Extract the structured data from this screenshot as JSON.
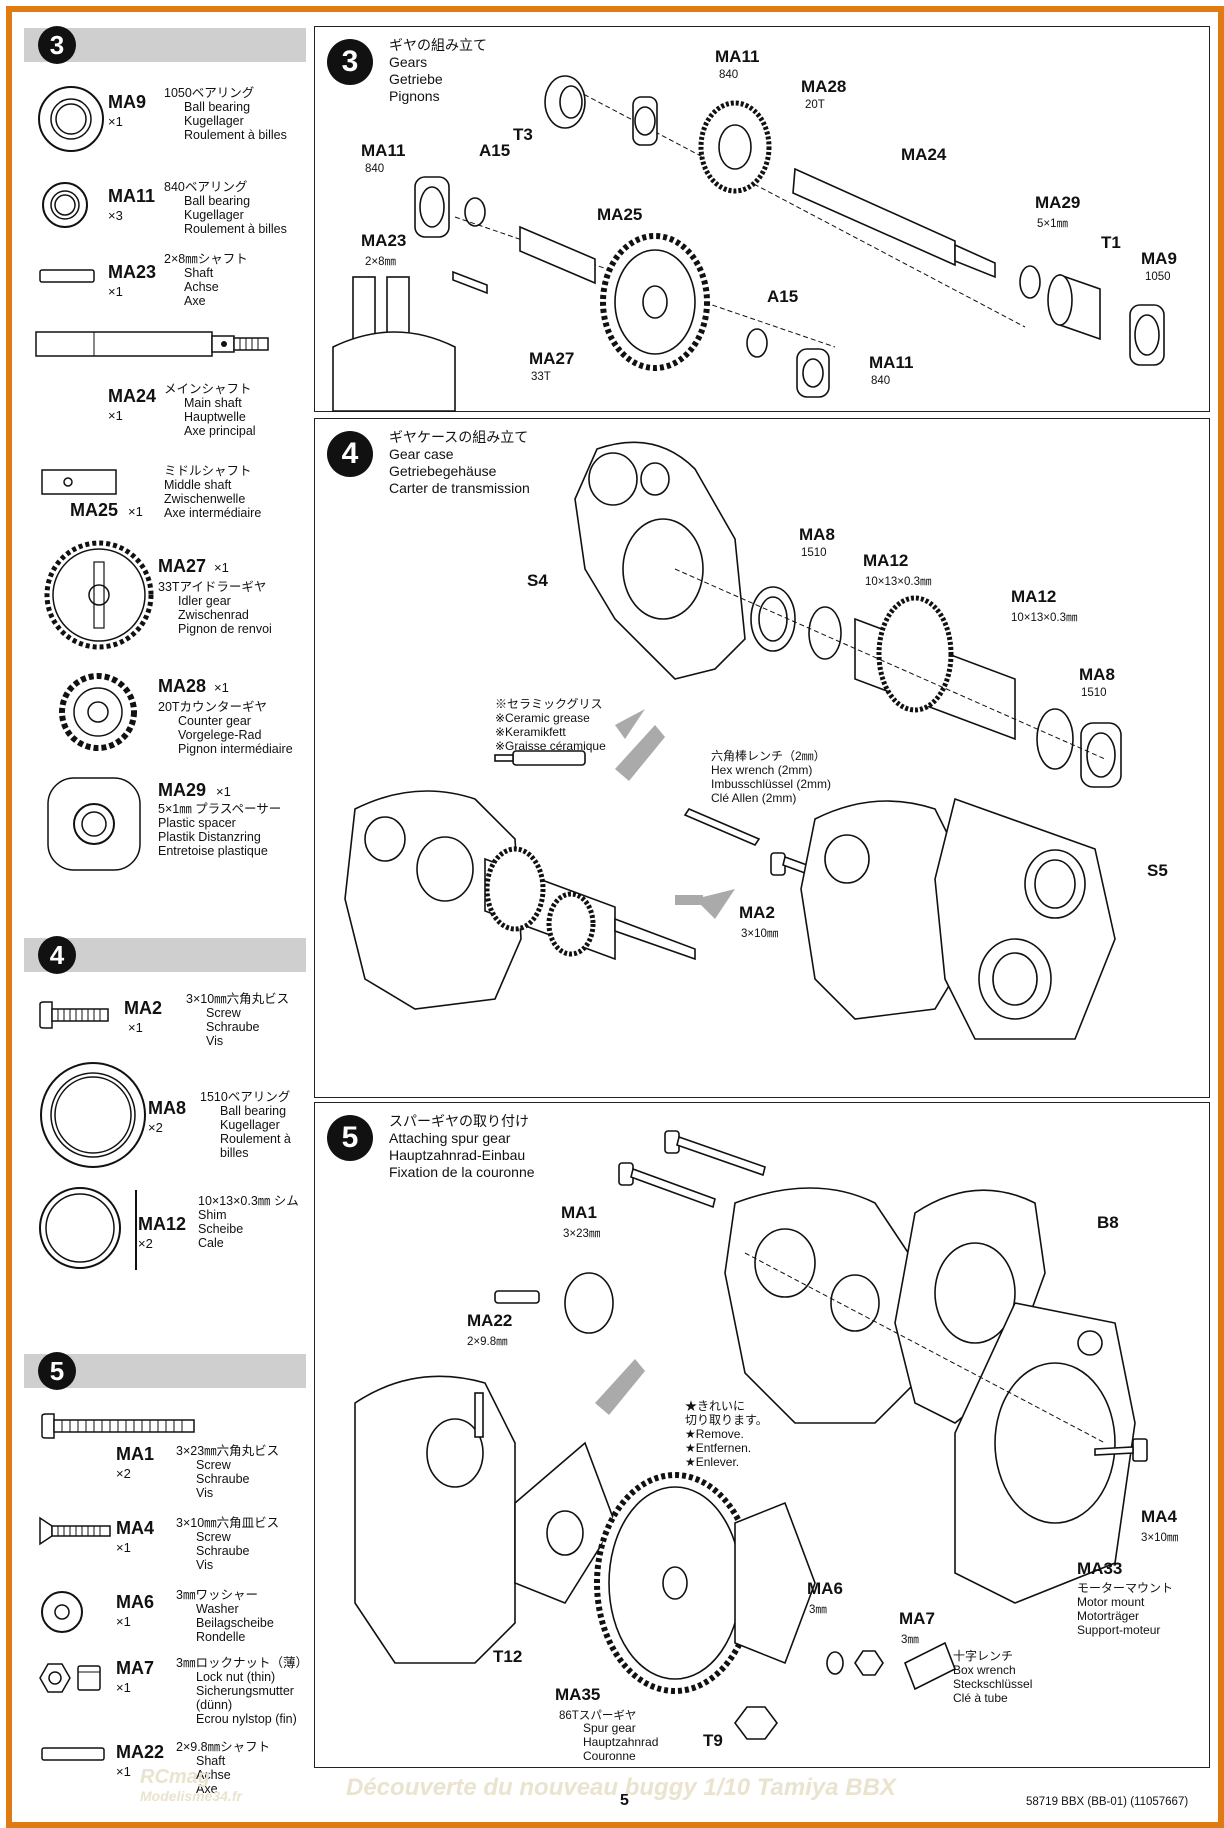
{
  "sidebar": {
    "sections": [
      {
        "number": "3",
        "parts": [
          {
            "code": "MA9",
            "qty": "×1",
            "jp": "1050ベアリング",
            "en": "Ball bearing",
            "de": "Kugellager",
            "fr": "Roulement à billes"
          },
          {
            "code": "MA11",
            "qty": "×3",
            "jp": "840ベアリング",
            "en": "Ball bearing",
            "de": "Kugellager",
            "fr": "Roulement à billes"
          },
          {
            "code": "MA23",
            "qty": "×1",
            "jp": "2×8㎜シャフト",
            "en": "Shaft",
            "de": "Achse",
            "fr": "Axe"
          },
          {
            "code": "MA24",
            "qty": "×1",
            "jp": "メインシャフト",
            "en": "Main shaft",
            "de": "Hauptwelle",
            "fr": "Axe principal"
          },
          {
            "code": "MA25",
            "qty": "×1",
            "jp": "ミドルシャフト",
            "en": "Middle shaft",
            "de": "Zwischenwelle",
            "fr": "Axe intermédiaire"
          },
          {
            "code": "MA27",
            "qty": "×1",
            "jp": "33Tアイドラーギヤ",
            "en": "Idler gear",
            "de": "Zwischenrad",
            "fr": "Pignon de renvoi"
          },
          {
            "code": "MA28",
            "qty": "×1",
            "jp": "20Tカウンターギヤ",
            "en": "Counter gear",
            "de": "Vorgelege-Rad",
            "fr": "Pignon intermédiaire"
          },
          {
            "code": "MA29",
            "qty": "×1",
            "jp": "5×1㎜ プラスペーサー",
            "en": "Plastic spacer",
            "de": "Plastik Distanzring",
            "fr": "Entretoise plastique"
          }
        ]
      },
      {
        "number": "4",
        "parts": [
          {
            "code": "MA2",
            "qty": "×1",
            "jp": "3×10㎜六角丸ビス",
            "en": "Screw",
            "de": "Schraube",
            "fr": "Vis"
          },
          {
            "code": "MA8",
            "qty": "×2",
            "jp": "1510ベアリング",
            "en": "Ball bearing",
            "de": "Kugellager",
            "fr": "Roulement à billes"
          },
          {
            "code": "MA12",
            "qty": "×2",
            "jp": "10×13×0.3㎜ シム",
            "en": "Shim",
            "de": "Scheibe",
            "fr": "Cale"
          }
        ]
      },
      {
        "number": "5",
        "parts": [
          {
            "code": "MA1",
            "qty": "×2",
            "jp": "3×23㎜六角丸ビス",
            "en": "Screw",
            "de": "Schraube",
            "fr": "Vis"
          },
          {
            "code": "MA4",
            "qty": "×1",
            "jp": "3×10㎜六角皿ビス",
            "en": "Screw",
            "de": "Schraube",
            "fr": "Vis"
          },
          {
            "code": "MA6",
            "qty": "×1",
            "jp": "3㎜ワッシャー",
            "en": "Washer",
            "de": "Beilagscheibe",
            "fr": "Rondelle"
          },
          {
            "code": "MA7",
            "qty": "×1",
            "jp": "3㎜ロックナット（薄）",
            "en": "Lock nut (thin)",
            "de": "Sicherungsmutter (dünn)",
            "fr": "Ecrou nylstop (fin)"
          },
          {
            "code": "MA22",
            "qty": "×1",
            "jp": "2×9.8㎜シャフト",
            "en": "Shaft",
            "de": "Achse",
            "fr": "Axe"
          }
        ]
      }
    ]
  },
  "steps": {
    "s3": {
      "number": "3",
      "title": {
        "jp": "ギヤの組み立て",
        "en": "Gears",
        "de": "Getriebe",
        "fr": "Pignons"
      },
      "labels": {
        "t3": "T3",
        "ma11a": "MA11",
        "ma11a_sub": "840",
        "ma28": "MA28",
        "ma28_sub": "20T",
        "ma24": "MA24",
        "ma11b": "MA11",
        "ma11b_sub": "840",
        "a15a": "A15",
        "ma25": "MA25",
        "ma23": "MA23",
        "ma23_sub": "2×8㎜",
        "ma29": "MA29",
        "ma29_sub": "5×1㎜",
        "t1": "T1",
        "ma9": "MA9",
        "ma9_sub": "1050",
        "a15b": "A15",
        "ma27": "MA27",
        "ma27_sub": "33T",
        "ma11c": "MA11",
        "ma11c_sub": "840"
      }
    },
    "s4": {
      "number": "4",
      "title": {
        "jp": "ギヤケースの組み立て",
        "en": "Gear case",
        "de": "Getriebegehäuse",
        "fr": "Carter de transmission"
      },
      "labels": {
        "s4": "S4",
        "ma8a": "MA8",
        "ma8a_sub": "1510",
        "ma12a": "MA12",
        "ma12a_sub": "10×13×0.3㎜",
        "ma12b": "MA12",
        "ma12b_sub": "10×13×0.3㎜",
        "ma8b": "MA8",
        "ma8b_sub": "1510",
        "ma2": "MA2",
        "ma2_sub": "3×10㎜",
        "s5": "S5"
      },
      "grease_note": [
        "※セラミックグリス",
        "※Ceramic grease",
        "※Keramikfett",
        "※Graisse céramique"
      ],
      "hex_note": [
        "六角棒レンチ（2㎜）",
        "Hex wrench (2mm)",
        "Imbusschlüssel (2mm)",
        "Clé Allen (2mm)"
      ]
    },
    "s5": {
      "number": "5",
      "title": {
        "jp": "スパーギヤの取り付け",
        "en": "Attaching spur gear",
        "de": "Hauptzahnrad-Einbau",
        "fr": "Fixation de la couronne"
      },
      "labels": {
        "ma1": "MA1",
        "ma1_sub": "3×23㎜",
        "b8": "B8",
        "ma22": "MA22",
        "ma22_sub": "2×9.8㎜",
        "ma4": "MA4",
        "ma4_sub": "3×10㎜",
        "ma33": "MA33",
        "t12": "T12",
        "ma35": "MA35",
        "ma35_sub": "86Tスパーギヤ",
        "t9": "T9",
        "ma6": "MA6",
        "ma6_sub": "3㎜",
        "ma7": "MA7",
        "ma7_sub": "3㎜"
      },
      "remove_note": [
        "★きれいに",
        "切り取ります。",
        "★Remove.",
        "★Entfernen.",
        "★Enlever."
      ],
      "ma33_desc": [
        "モーターマウント",
        "Motor mount",
        "Motorträger",
        "Support-moteur"
      ],
      "ma35_desc": [
        "Spur gear",
        "Hauptzahnrad",
        "Couronne"
      ],
      "box_note": [
        "十字レンチ",
        "Box wrench",
        "Steckschlüssel",
        "Clé à tube"
      ]
    }
  },
  "footer": {
    "page_number": "5",
    "product": "58719 BBX (BB-01) (11057667)",
    "watermark_caption": "Découverte du nouveau buggy 1/10 Tamiya BBX",
    "watermark_site": "Modelisme34.fr",
    "watermark_brand": "RCmag"
  },
  "colors": {
    "frame": "#e07a12",
    "section_bar": "#cfcfcf"
  }
}
